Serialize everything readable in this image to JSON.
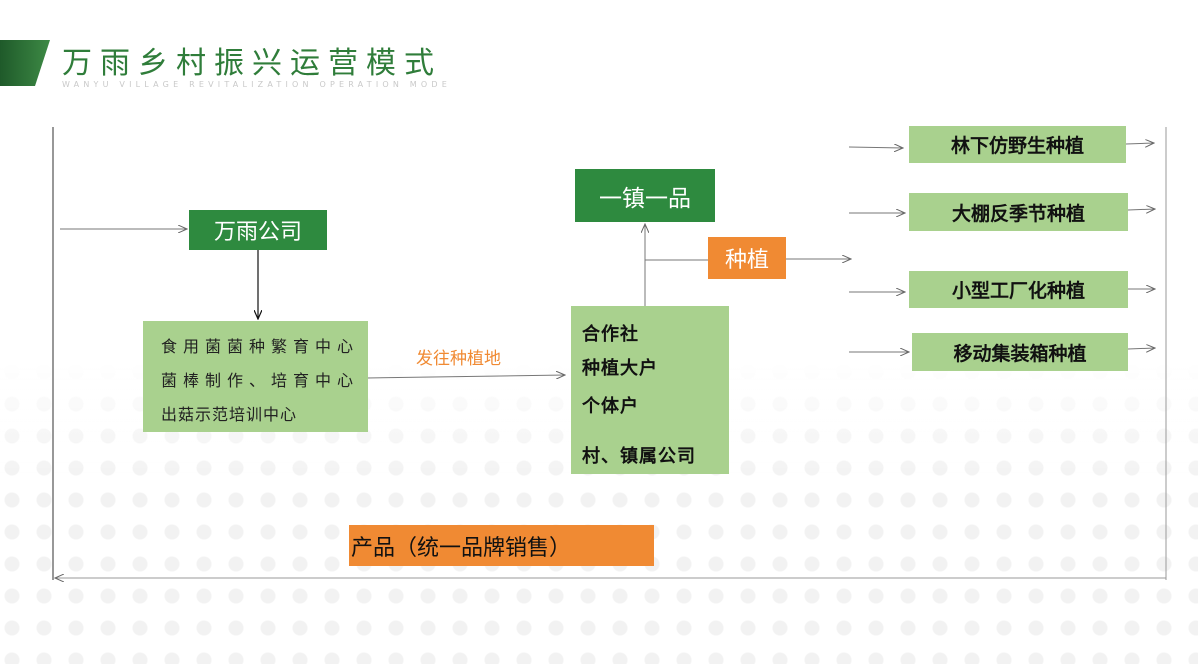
{
  "header": {
    "title": "万雨乡村振兴运营模式",
    "subtitle": "WANYU VILLAGE REVITALIZATION OPERATION MODE"
  },
  "nodes": {
    "company": "万雨公司",
    "center_lines": [
      "食用菌菌种繁育中心",
      "菌棒制作、培育中心",
      "出菇示范培训中心"
    ],
    "send_label": "发往种植地",
    "coop_lines": [
      "合作社",
      "种植大户",
      "个体户",
      "村、镇属公司"
    ],
    "one_town": "一镇一品",
    "planting": "种植",
    "methods": [
      "林下仿野生种植",
      "大棚反季节种植",
      "小型工厂化种植",
      "移动集装箱种植"
    ],
    "product": "产品（统一品牌销售）"
  },
  "colors": {
    "dark_green": "#2e8a3f",
    "light_green": "#a9d18e",
    "orange": "#f08a33",
    "title_green": "#2f7d3a"
  }
}
